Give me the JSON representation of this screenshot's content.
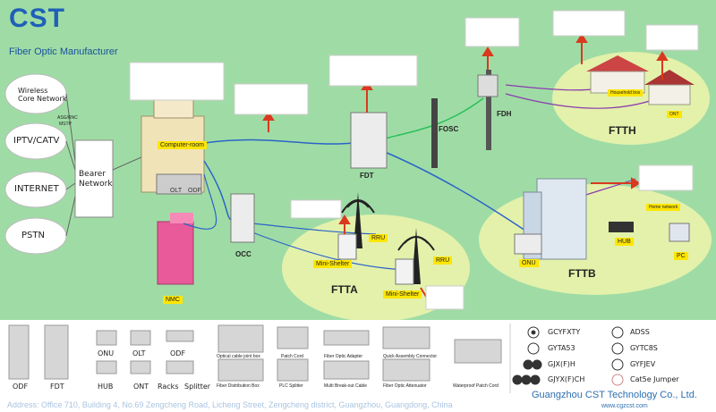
{
  "brand": {
    "name": "CST",
    "tagline": "Fiber Optic Manufacturer"
  },
  "clouds": [
    "Wireless\nCore Network",
    "IPTV/CATV",
    "INTERNET",
    "PSTN"
  ],
  "cloud_small": [
    "ASG/RNC",
    "MSTP"
  ],
  "bearer": "Bearer\nNetwork",
  "nodes": {
    "computer_room": "Computer-room",
    "olt": "OLT",
    "odf": "ODF",
    "fdt": "FDT",
    "fosc": "FOSC",
    "fdh": "FDH",
    "occ": "OCC",
    "nmc": "NMC",
    "mini_shelter": "Mini-Shelter",
    "rru": "RRU",
    "onu": "ONU",
    "hub": "HUB",
    "pc": "PC",
    "household_box": "Household box",
    "ont": "ONT",
    "home_network": "Home network"
  },
  "zones": {
    "ftth": "FTTH",
    "ftta": "FTTA",
    "fttb": "FTTB"
  },
  "products": {
    "odf": "ODF",
    "fdt": "FDT",
    "onu": "ONU",
    "olt": "OLT",
    "odf2": "ODF",
    "hub": "HUB",
    "ont": "ONT",
    "racks": "Racks",
    "splitter": "Splitter",
    "joint_box": "Optical cable joint box",
    "distribution_box": "Fiber Distribution Box",
    "patch_cord": "Patch Cord",
    "plc_splitter": "PLC Splitter",
    "adapter": "Fiber Optic Adapter",
    "breakout": "Multi Break-out Cable",
    "quick_connector": "Quick Assembly Connector",
    "attenuator": "Fiber Optic Attenuator",
    "waterproof": "Waterproof Patch Cord"
  },
  "cables": [
    "GCYFXTY",
    "ADSS",
    "GYTA53",
    "GYTC8S",
    "GJX(F)H",
    "GYFJEV",
    "GJYX(F)CH",
    "Cat5e Jumper"
  ],
  "footer": {
    "address": "Address: Office 710, Building 4, No.69 Zengcheng Road, Licheng Street, Zengcheng district, Guangzhou, Guangdong, China",
    "company": "Guangzhou CST Technology Co., Ltd.",
    "website": "www.cgzcst.com"
  },
  "colors": {
    "background": "#9fdca5",
    "accent": "#1f5fb8",
    "label_yellow": "#ffe600",
    "zone_fill": "#e8f3a8",
    "arrow": "#d9391e"
  }
}
